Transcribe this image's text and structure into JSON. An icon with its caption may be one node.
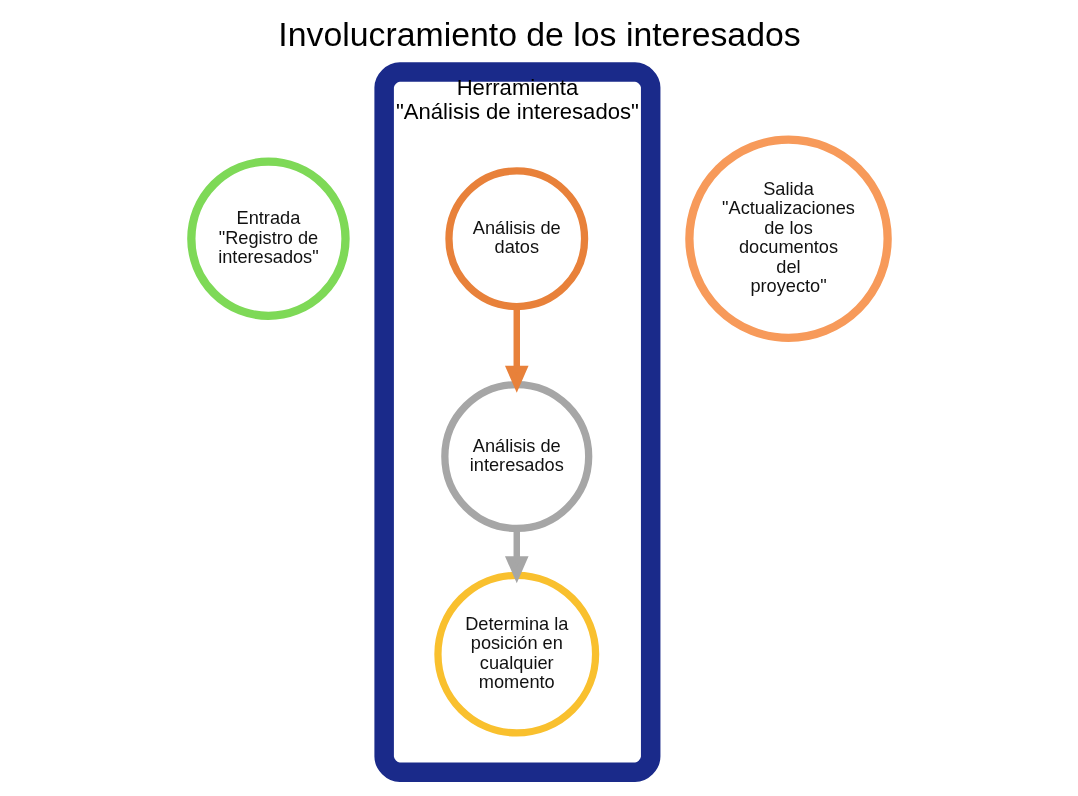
{
  "diagram": {
    "title": "Involucramiento de los interesados",
    "nodes": [
      {
        "text": [
          "Entrada",
          "\"Registro de interesados\""
        ]
      },
      {
        "text": [
          "Herramienta",
          "\"Análisis de interesados\""
        ]
      },
      {
        "text": [
          "Análisis de datos"
        ],
        "in": 1
      },
      {
        "text": [
          "Análisis de interesados"
        ],
        "in": 1
      },
      {
        "text": [
          "Determina la posición en cualquier momento"
        ],
        "in": 1
      },
      {
        "text": [
          "Salida",
          "\"Actualizaciones de los documentos del proyecto\""
        ]
      }
    ],
    "edges": [
      {
        "from": 2,
        "to": 3,
        "arrow": "to",
        "color": "#e8813a"
      },
      {
        "from": 3,
        "to": 4,
        "arrow": "to",
        "color": "#a6a6a6"
      }
    ]
  }
}
